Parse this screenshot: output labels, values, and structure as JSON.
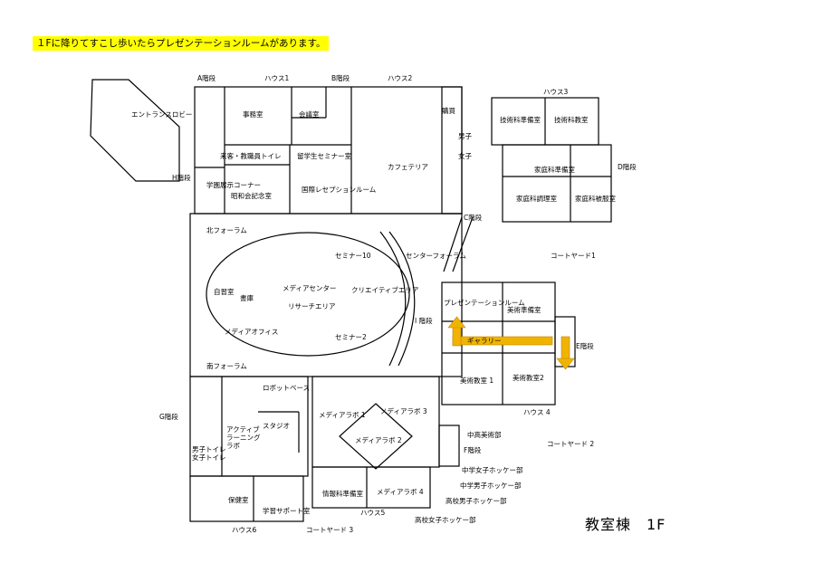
{
  "banner": "１Fに降りてすこし歩いたらプレゼンテーションルームがあります。",
  "floor_title": "教室棟　1F",
  "rooms": {
    "a_stairs": "A階段",
    "house1": "ハウス1",
    "b_stairs": "B階段",
    "house2": "ハウス2",
    "house3": "ハウス3",
    "entrance": "エントランスロビー",
    "office": "事務室",
    "meeting": "会議室",
    "tech_prep": "技術科準備室",
    "tech_class": "技術科教室",
    "staff_toilet": "来客・教職員トイレ",
    "intl_seminar": "留学生セミナー室",
    "cafeteria": "カフェテリア",
    "ryuseikan": "購買",
    "boy_toilet": "男子",
    "girl_toilet": "女子",
    "home_prep": "家庭科準備室",
    "d_stairs": "D階段",
    "h_stairs": "H階段",
    "display_corner": "学園展示コーナー",
    "showa_memorial": "昭和会記念室",
    "intl_reception": "国際レセプションルーム",
    "home_cooking": "家庭科調理室",
    "home_clothing": "家庭科被服室",
    "c_stairs": "C階段",
    "north_forum": "北フォーラム",
    "seminar10": "セミナー10",
    "center_forum": "センターフォーラム",
    "courtyard1": "コートヤード1",
    "self_study": "自習室",
    "library": "書庫",
    "media_center": "メディアセンター",
    "creative_area": "クリエイティブエリア",
    "research_area": "リサーチエリア",
    "presentation_room": "プレゼンテーションルーム",
    "art_prep": "美術準備室",
    "i_stairs": "I 階段",
    "media_office": "メディアオフィス",
    "seminar2": "セミナー2",
    "gallery": "ギャラリー",
    "e_stairs": "E階段",
    "south_forum": "南フォーラム",
    "robot_base": "ロボットベース",
    "art1": "美術教室 1",
    "art2": "美術教室2",
    "g_stairs": "G階段",
    "media_lab1": "メディアラボ 1",
    "media_lab3": "メディアラボ 3",
    "house4": "ハウス 4",
    "active_learning": "アクティブ ラーニングラボ",
    "studio": "スタジオ",
    "media_lab2": "メディアラボ 2",
    "jh_art": "中高美術部",
    "courtyard2": "コートヤード 2",
    "toilet_s": "男子トイレ 女子トイレ",
    "f_stairs": "F階段",
    "jh_girls_hockey": "中学女子ホッケー部",
    "jh_boys_hockey": "中学男子ホッケー部",
    "infirmary": "保健室",
    "info_prep": "情報科準備室",
    "media_lab4": "メディアラボ 4",
    "hs_boys_hockey": "高校男子ホッケー部",
    "learning_support": "学習サポート室",
    "house5": "ハウス5",
    "hs_girls_hockey": "高校女子ホッケー部",
    "house6": "ハウス6",
    "courtyard3": "コートヤード 3"
  },
  "colors": {
    "banner_bg": "#ffff00",
    "arrow": "#f0b400",
    "line": "#000000"
  }
}
